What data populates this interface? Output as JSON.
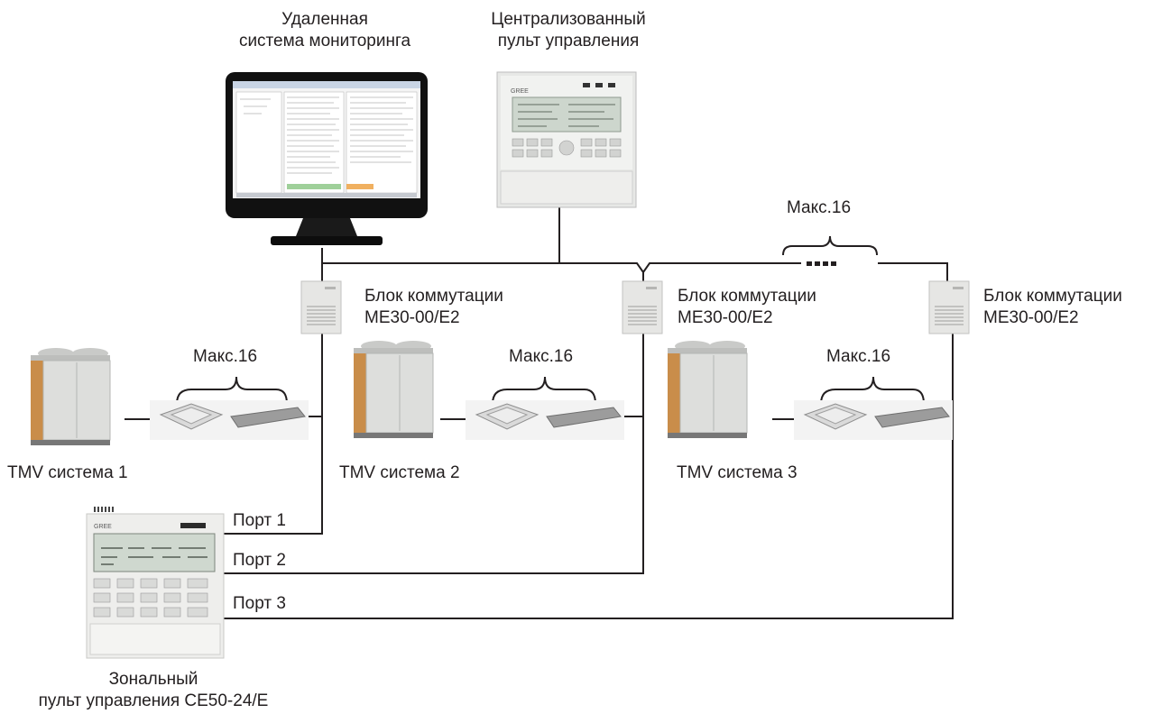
{
  "monitoring": {
    "line1": "Удаленная",
    "line2": "система мониторинга"
  },
  "central_controller": {
    "line1": "Централизованный",
    "line2": "пульт управления"
  },
  "max_top": "Макс.16",
  "gateways": [
    {
      "line1": "Блок коммутации",
      "line2": "ME30-00/E2"
    },
    {
      "line1": "Блок коммутации",
      "line2": "ME30-00/E2"
    },
    {
      "line1": "Блок коммутации",
      "line2": "ME30-00/E2"
    }
  ],
  "systems": [
    {
      "max_label": "Макс.16",
      "name": "TMV система 1"
    },
    {
      "max_label": "Макс.16",
      "name": "TMV система 2"
    },
    {
      "max_label": "Макс.16",
      "name": "TMV система 3"
    }
  ],
  "ports": [
    "Порт 1",
    "Порт 2",
    "Порт 3"
  ],
  "zone_controller": {
    "line1": "Зональный",
    "line2": "пульт управления CE50-24/E"
  },
  "colors": {
    "line": "#231f20",
    "gateway": "#e6e6e4",
    "outdoor_unit": "#d9dad8",
    "outdoor_side": "#c98d4a",
    "indoor_unit": "#9c9c9c",
    "lcd": "#cfd8cf"
  }
}
